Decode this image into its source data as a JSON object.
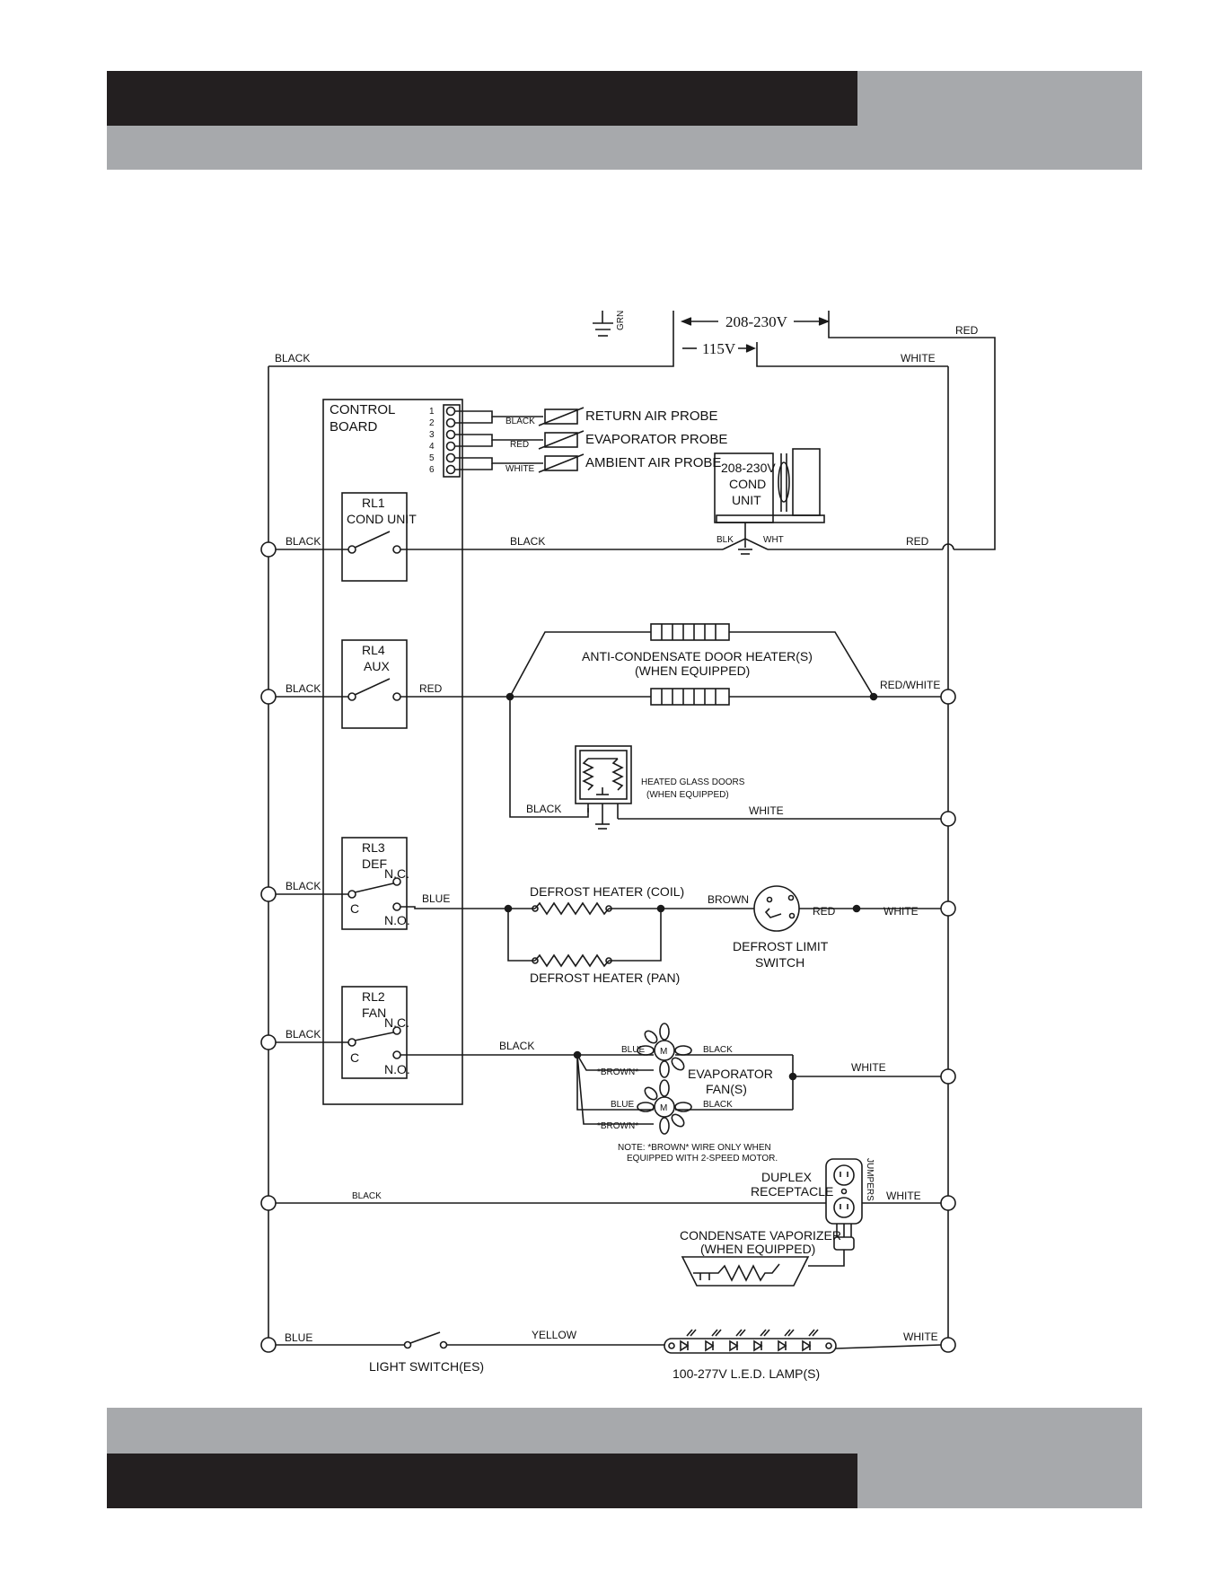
{
  "theme": {
    "dark_band": "#231f20",
    "gray_band": "#a7a9ac",
    "line": "#1a1a1a"
  },
  "power": {
    "ground": "GRN",
    "v_high": "208-230V",
    "v_low": "115V"
  },
  "wires": {
    "black": "BLACK",
    "white": "WHITE",
    "red": "RED",
    "blue": "BLUE",
    "brown": "BROWN",
    "yellow": "YELLOW",
    "red_white": "RED/WHITE",
    "blk": "BLK",
    "wht": "WHT",
    "brown_starred": "*BROWN*"
  },
  "control_board": {
    "line1": "CONTROL",
    "line2": "BOARD",
    "terminals": [
      "1",
      "2",
      "3",
      "4",
      "5",
      "6"
    ]
  },
  "probes": {
    "return_air": "RETURN AIR PROBE",
    "evaporator": "EVAPORATOR PROBE",
    "ambient_air": "AMBIENT AIR PROBE"
  },
  "cond_unit": {
    "line1": "208-230V",
    "line2": "COND",
    "line3": "UNIT"
  },
  "relays": {
    "rl1": {
      "name": "RL1",
      "sub": "COND UNIT"
    },
    "rl4": {
      "name": "RL4",
      "sub": "AUX"
    },
    "rl3": {
      "name": "RL3",
      "sub": "DEF"
    },
    "rl2": {
      "name": "RL2",
      "sub": "FAN"
    },
    "nc": "N.C.",
    "no": "N.O.",
    "c": "C"
  },
  "door_heater": {
    "line1": "ANTI-CONDENSATE DOOR HEATER(S)",
    "line2": "(WHEN EQUIPPED)"
  },
  "glass_doors": {
    "line1": "HEATED GLASS DOORS",
    "line2": "(WHEN EQUIPPED)"
  },
  "defrost": {
    "coil": "DEFROST HEATER (COIL)",
    "pan": "DEFROST HEATER (PAN)",
    "limit1": "DEFROST LIMIT",
    "limit2": "SWITCH"
  },
  "fans": {
    "line1": "EVAPORATOR",
    "line2": "FAN(S)",
    "motor": "M",
    "note1": "NOTE:  *BROWN*  WIRE ONLY WHEN",
    "note2": "EQUIPPED WITH 2-SPEED MOTOR."
  },
  "receptacle": {
    "line1": "DUPLEX",
    "line2": "RECEPTACLE",
    "jumpers": "JUMPERS"
  },
  "vaporizer": {
    "line1": "CONDENSATE VAPORIZER",
    "line2": "(WHEN EQUIPPED)"
  },
  "light_switch": "LIGHT SWITCH(ES)",
  "led": "100-277V L.E.D. LAMP(S)"
}
